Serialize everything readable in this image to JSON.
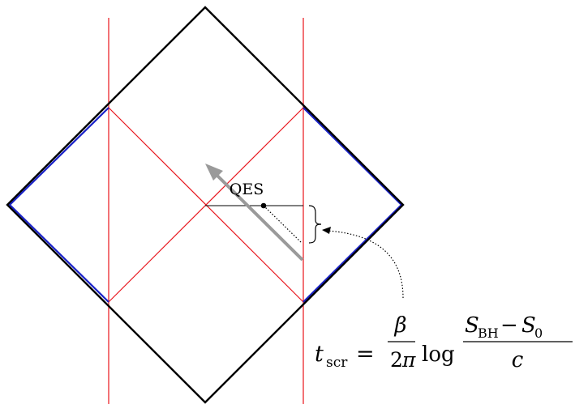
{
  "colors": {
    "boundary": "#000000",
    "horizon": "#e8141c",
    "bath": "#1a22c8",
    "arrow": "#9a9a9a",
    "text": "#000000"
  },
  "labels": {
    "qes": "QES"
  },
  "formula": {
    "lhs_var": "t",
    "lhs_sub": "scr",
    "equals": "=",
    "frac1_num": "β",
    "frac1_den_num": "2",
    "frac1_den_var": "π",
    "log": "log",
    "frac2_num_var": "S",
    "frac2_num_sub": "BH",
    "frac2_minus": "−",
    "frac2_num_var2": "S",
    "frac2_num_sub2": "0",
    "frac2_den": "c"
  }
}
